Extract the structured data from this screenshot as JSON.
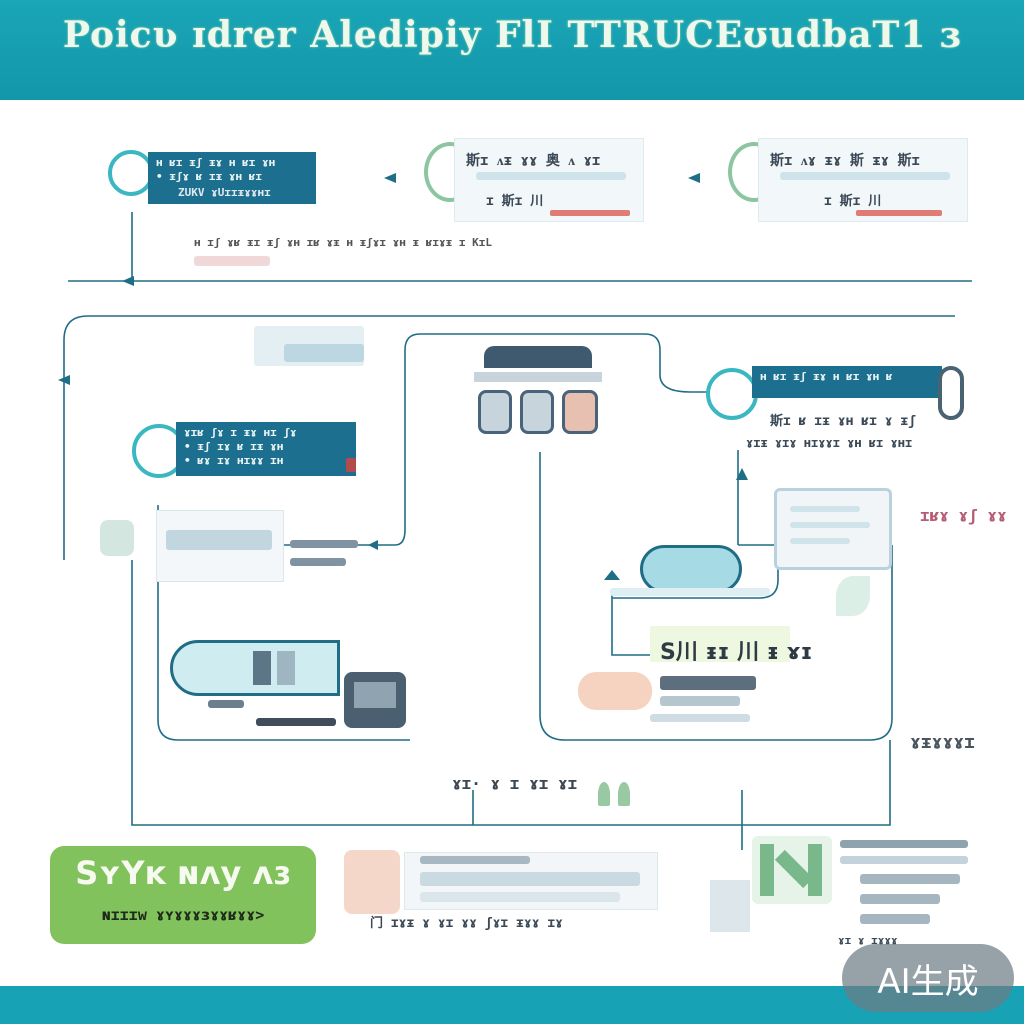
{
  "header": {
    "title": "Poicʋ ɪdrer Aledipiy FlI  TTRUCEʊudbaT1 ɜ"
  },
  "colors": {
    "teal": "#17a3b5",
    "navy": "#1c6f8e",
    "green": "#82c25c",
    "red": "#e17b76"
  },
  "nodes": {
    "top_left": {
      "line1": "ʜ ʁɪ ᵻʃ ᵻɤ ʜ ʁɪ ɤʜ",
      "line2": "• ᵻʃɤ ʁ ɪᵻ ɤʜ ʁɪ",
      "line3": "ZUKV ɤUɪɪᵻɤɤʜɪ",
      "caption": "ʜ ɪʃ ɤʁ ᵻɪ ᵻʃ ɤʜ ɪʁ ɤᵻ ʜ ᵻʃɤɪ ɤʜ ᵻ ʁɪɤᵻ ɪ KɪL"
    },
    "top_mid": {
      "title": "斯ɪ ᴧᵻ ɤɤ 奥 ᴧ ɤɪ",
      "sub": "ɪ 斯ɪ 川"
    },
    "top_right": {
      "title": "斯ɪ ᴧɤ ᵻɤ 斯 ᵻɤ 斯ɪ",
      "sub": "ɪ 斯ɪ 川"
    },
    "mid_left": {
      "line1": "ɤɪʁ ʃɤ ɪ ᵻɤ ʜɪ ʃɤ",
      "line2": "• ᵻʃ ɪɤ ʁ ɪᵻ ɤʜ",
      "line3": "• ʁɤ ɪɤ ʜɪɤɤ ɪʜ"
    },
    "mid_right": {
      "line1": "ʜ ʁɪ ᵻʃ ᵻɤ ʜ ʁɪ ɤʜ ʁ",
      "line2": "斯ɪ ʁ ɪᵻ ɤʜ ʁɪ ɤ ᵻʃ",
      "caption": "ɤɪᵻ ɤɪɤ ʜɪɤɤɪ ɤʜ ʁɪ ɤʜɪ"
    },
    "right_side_label": "ɪʁɤ ɤʃ ɤɤ",
    "right_lower_label": "ɤᵻɤɤɤɪ",
    "center_text": "S川 ᵻɪ 川 ᵻ ɤɪ",
    "bottom_center": "ɤɪ· ɤ ɪ ɤɪ ɤɪ",
    "bottom_mid_caption": "门 ɪɤᵻ ɤ ɤɪ ɤɤ ʃɤɪ ᵻɤɤ ɪɤ",
    "bottom_right_caption": "ɤɪ ɤ ɪɤɤɤ"
  },
  "green_box": {
    "title": "SʏYᴋ ɴᴧy ᴧɜ",
    "subtitle": "ɴɪɪɪw ɤʏɤɤɤɜɤɤʁɤɤ>"
  },
  "badge": "AI生成"
}
